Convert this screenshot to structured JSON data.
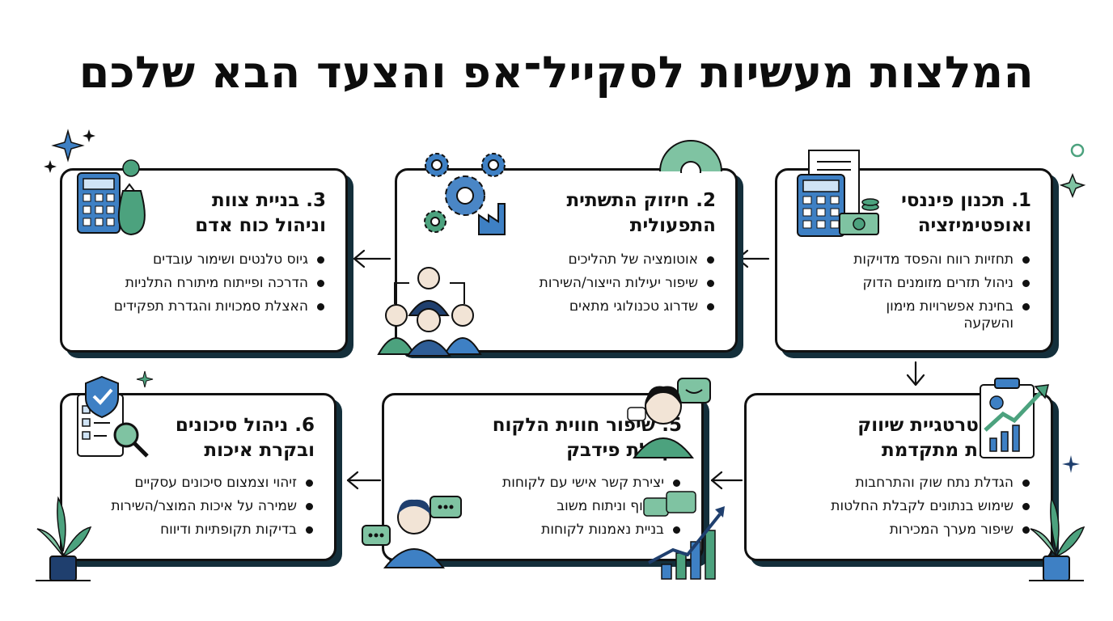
{
  "title": "המלצות מעשיות לסקייל־אפ והצעד הבא שלכם",
  "cards": [
    {
      "title": "1. תכנון פיננסי ואופטימיזציה",
      "items": [
        "תחזיות רווח והפסד מדויקות",
        "ניהול תזרים מזומנים הדוק",
        "בחינת אפשרויות מימון והשקעה"
      ],
      "icon": "calculator-money-icon"
    },
    {
      "title": "2. חיזוק התשתית התפעולית",
      "items": [
        "אוטומציה של תהליכים",
        "שיפור יעילות הייצור/השירות",
        "שדרוג טכנולוגי מתאים"
      ],
      "icon": "gears-factory-icon"
    },
    {
      "title": "3. בניית צוות וניהול כוח אדם",
      "items": [
        "גיוס טלנטים ושימור עובדים",
        "הדרכה ופייתוח מיתורח התלניות",
        "האצלת סמכויות והגדרת תפקידים"
      ],
      "icon": "calculator-moneybag-icon"
    },
    {
      "title": "4. אסטרטגיית שיווק ומכירות מתקדמת",
      "items": [
        "הגדלת נתח שוק והתרחבות",
        "שימוש בנתונים לקבלת החלטות",
        "שיפור מערך המכירות"
      ],
      "icon": "growth-chart-icon"
    },
    {
      "title": "5. שיפור חווית הלקוח וקבלת פידבק",
      "items": [
        "יצירת קשר אישי עם לקוחות",
        "איסוף וניתוח משוב",
        "בניית נאמנות לקוחות"
      ],
      "icon": "customer-feedback-icon"
    },
    {
      "title": "6. ניהול סיכונים ובקרת איכות",
      "items": [
        "זיהוי וצמצום סיכונים עסקיים",
        "שמירה על איכות המוצר/השירות",
        "בדיקות תקופתיות ודיווח"
      ],
      "icon": "shield-checklist-icon"
    }
  ],
  "colors": {
    "navy": "#1f3f6e",
    "blue": "#3e80c4",
    "green": "#4ca27e",
    "lightgreen": "#7fc3a2",
    "shadow": "#142f3b"
  }
}
